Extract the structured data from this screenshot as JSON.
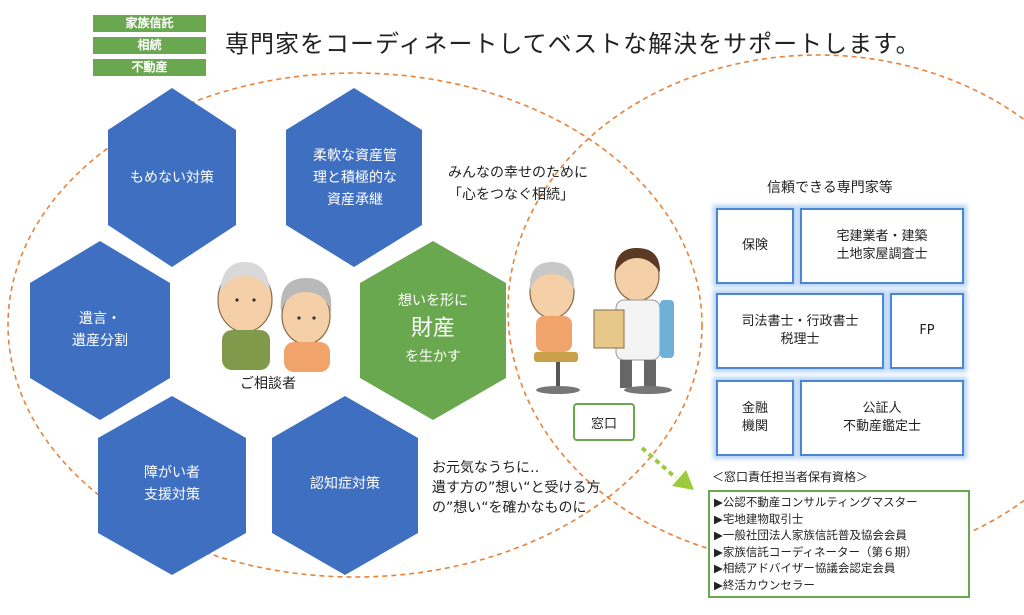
{
  "tags": [
    "家族信託",
    "相続",
    "不動産"
  ],
  "headline": "専門家をコーディネートしてベストな解決をサポートします。",
  "hexagons": {
    "h1": "もめない対策",
    "h2": "柔軟な資産管\n理と積極的な\n資産承継",
    "h3": "遺言・\n遺産分割",
    "h4": "障がい者\n支援対策",
    "h5": "認知症対策"
  },
  "center_hex": {
    "line1": "想いを形に",
    "line2": "財産",
    "line3": "を生かす"
  },
  "client_label": "ご相談者",
  "slogan": "みんなの幸せのために\n「心をつなぐ相続」",
  "bottom_text": "お元気なうちに‥\n遺す方の”想い“と受ける方\nの”想い“を確かなものに",
  "window_label": "窓口",
  "experts": {
    "title": "信頼できる専門家等",
    "hoken": "保険",
    "takken": "宅建業者・建築\n土地家屋調査士",
    "shiho": "司法書士・行政書士\n税理士",
    "fp": "FP",
    "kinyu": "金融\n機関",
    "koshonin": "公証人\n不動産鑑定士"
  },
  "qualifications": {
    "title": "＜窓口責任担当者保有資格＞",
    "items": [
      "▶公認不動産コンサルティングマスター",
      "▶宅地建物取引士",
      "▶一般社団法人家族信託普及協会会員",
      "▶家族信託コーディネーター（第６期）",
      "▶相続アドバイザー協議会認定会員",
      "▶終活カウンセラー"
    ]
  },
  "colors": {
    "hex_blue": "#3f6fc0",
    "hex_green": "#6aa84f",
    "ring": "#e8823a",
    "arrow": "#9ccc3d"
  }
}
